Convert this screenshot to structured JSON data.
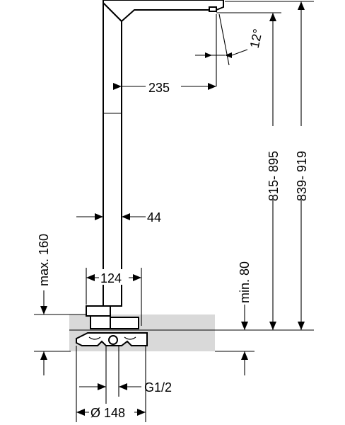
{
  "dimensions": {
    "spout_angle": "12°",
    "spout_reach": "235",
    "pillar_width": "44",
    "max_height_above_floor": "max. 160",
    "base_width": "124",
    "min_depth": "min. 80",
    "height_range_a": "815- 895",
    "height_range_b": "839- 919",
    "connection_thread": "G1/2",
    "flange_diameter": "Ø 148"
  },
  "colors": {
    "line": "#000000",
    "floor_fill": "#d9d9d9",
    "background": "#ffffff"
  }
}
